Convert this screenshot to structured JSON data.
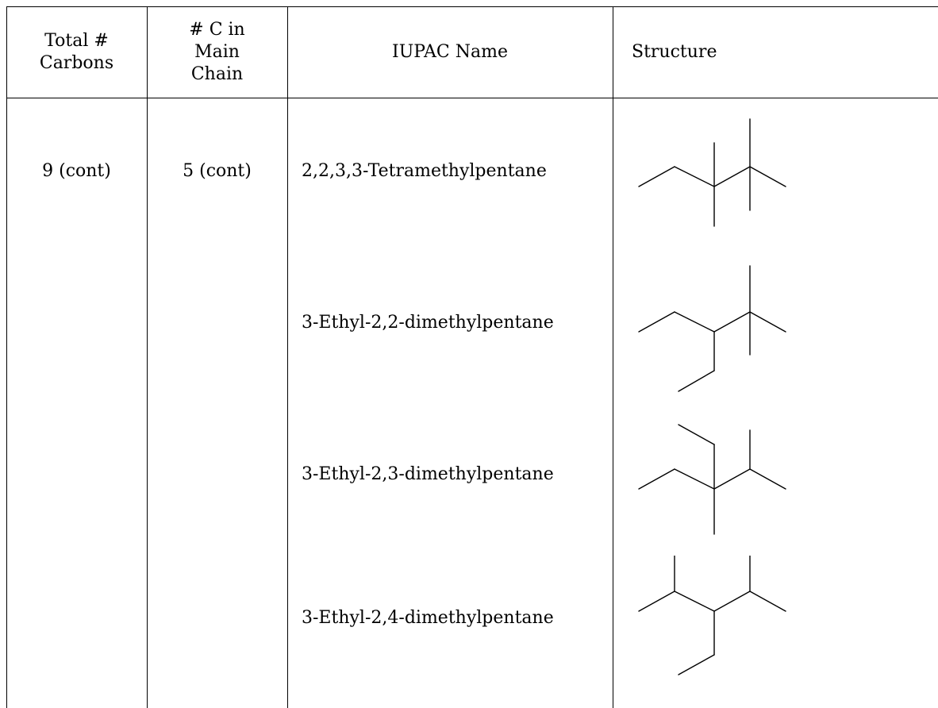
{
  "table": {
    "headers": {
      "total": [
        "Total #",
        "Carbons"
      ],
      "main_chain": [
        "# C in",
        "Main",
        "Chain"
      ],
      "iupac": "IUPAC Name",
      "structure": "Structure"
    },
    "group": {
      "total_carbons": "9 (cont)",
      "main_chain": "5 (cont)"
    },
    "rows": [
      {
        "iupac": "2,2,3,3-Tetramethylpentane",
        "structure_icon": "skeletal-formula"
      },
      {
        "iupac": "3-Ethyl-2,2-dimethylpentane",
        "structure_icon": "skeletal-formula"
      },
      {
        "iupac": "3-Ethyl-2,3-dimethylpentane",
        "structure_icon": "skeletal-formula"
      },
      {
        "iupac": "3-Ethyl-2,4-dimethylpentane",
        "structure_icon": "skeletal-formula"
      }
    ]
  }
}
